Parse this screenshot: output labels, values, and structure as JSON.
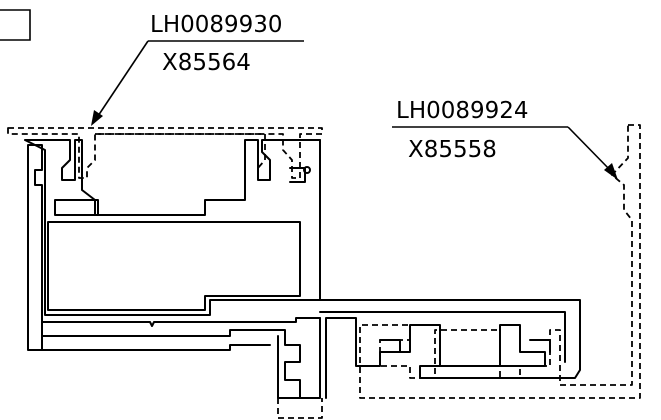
{
  "callouts": [
    {
      "part_number": "LH0089930",
      "code": "X85564"
    },
    {
      "part_number": "LH0089924",
      "code": "X85558"
    }
  ]
}
